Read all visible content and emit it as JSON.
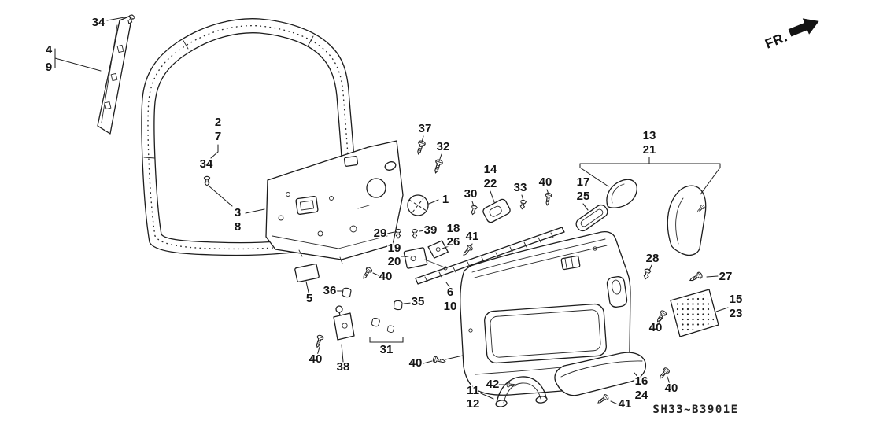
{
  "diagram": {
    "code": "SH33~B3901E",
    "direction": "FR.",
    "ink_color": "#1c1c1c",
    "paper_color": "#ffffff",
    "description": "Exploded parts diagram: door lining / front door trim"
  },
  "labels": {
    "n34a": "34",
    "n4": "4",
    "n9": "9",
    "n2": "2",
    "n7": "7",
    "n34b": "34",
    "n3": "3",
    "n8": "8",
    "n37": "37",
    "n32": "32",
    "n14": "14",
    "n22": "22",
    "n33": "33",
    "n40a": "40",
    "n13": "13",
    "n21": "21",
    "n17": "17",
    "n25": "25",
    "n30": "30",
    "n1": "1",
    "n29": "29",
    "n39": "39",
    "n18": "18",
    "n26": "26",
    "n41a": "41",
    "n19": "19",
    "n20": "20",
    "n5": "5",
    "n36": "36",
    "n40b": "40",
    "n35": "35",
    "n6": "6",
    "n10": "10",
    "n28": "28",
    "n27": "27",
    "n15": "15",
    "n23": "23",
    "n31": "31",
    "n38": "38",
    "n40c": "40",
    "n40d": "40",
    "n40e": "40",
    "n11": "11",
    "n12": "12",
    "n42": "42",
    "n16": "16",
    "n24": "24",
    "n41b": "41",
    "n40f": "40"
  }
}
